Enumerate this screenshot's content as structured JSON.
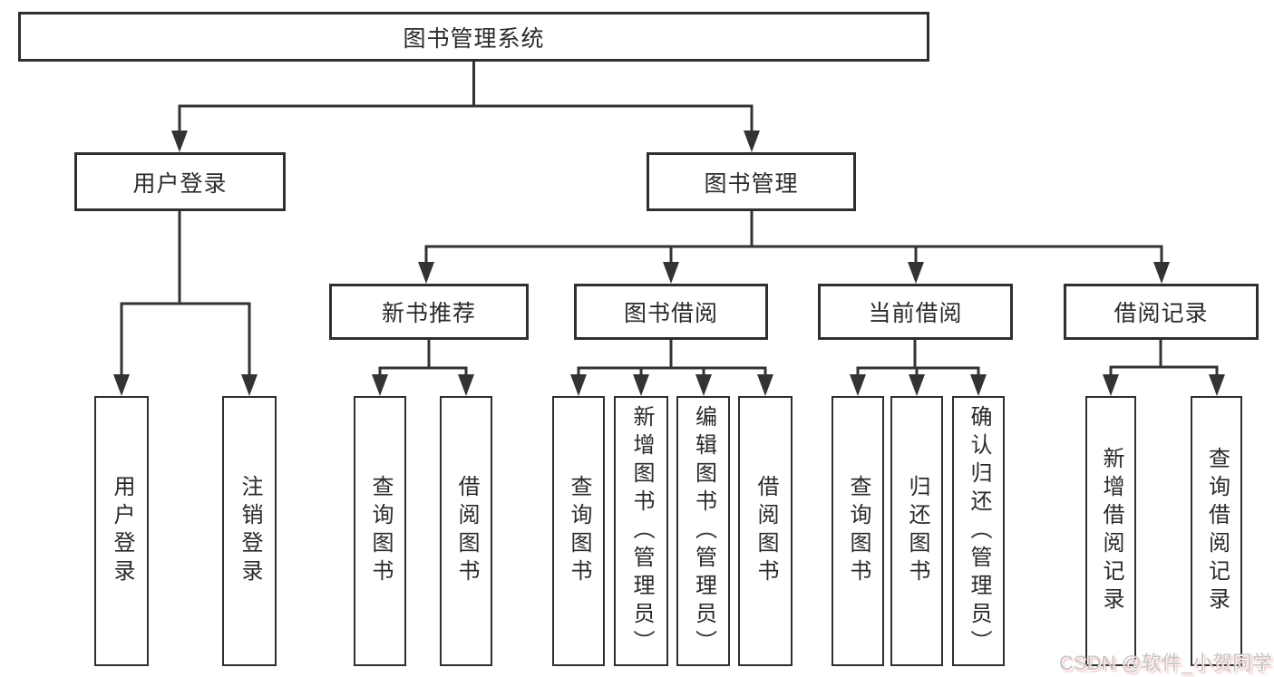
{
  "tree": {
    "label": "图书管理系统",
    "children": [
      {
        "label": "用户登录",
        "children": [
          {
            "label": "用户登录"
          },
          {
            "label": "注销登录"
          }
        ]
      },
      {
        "label": "图书管理",
        "children": [
          {
            "label": "新书推荐",
            "children": [
              {
                "label": "查询图书"
              },
              {
                "label": "借阅图书"
              }
            ]
          },
          {
            "label": "图书借阅",
            "children": [
              {
                "label": "查询图书"
              },
              {
                "label": "新增图书（管理员）"
              },
              {
                "label": "编辑图书（管理员）"
              },
              {
                "label": "借阅图书"
              }
            ]
          },
          {
            "label": "当前借阅",
            "children": [
              {
                "label": "查询图书"
              },
              {
                "label": "归还图书"
              },
              {
                "label": "确认归还（管理员）"
              }
            ]
          },
          {
            "label": "借阅记录",
            "children": [
              {
                "label": "新增借阅记录"
              },
              {
                "label": "查询借阅记录"
              }
            ]
          }
        ]
      }
    ]
  },
  "watermark": {
    "text": "CSDN @软件_小贺同学"
  },
  "colors": {
    "line": "#333333",
    "box_border": "#2f2f2f",
    "text": "#2a2a2a",
    "background": "#ffffff",
    "watermark_gray": "#c6c6c6",
    "watermark_pink": "#eb7d7d"
  }
}
